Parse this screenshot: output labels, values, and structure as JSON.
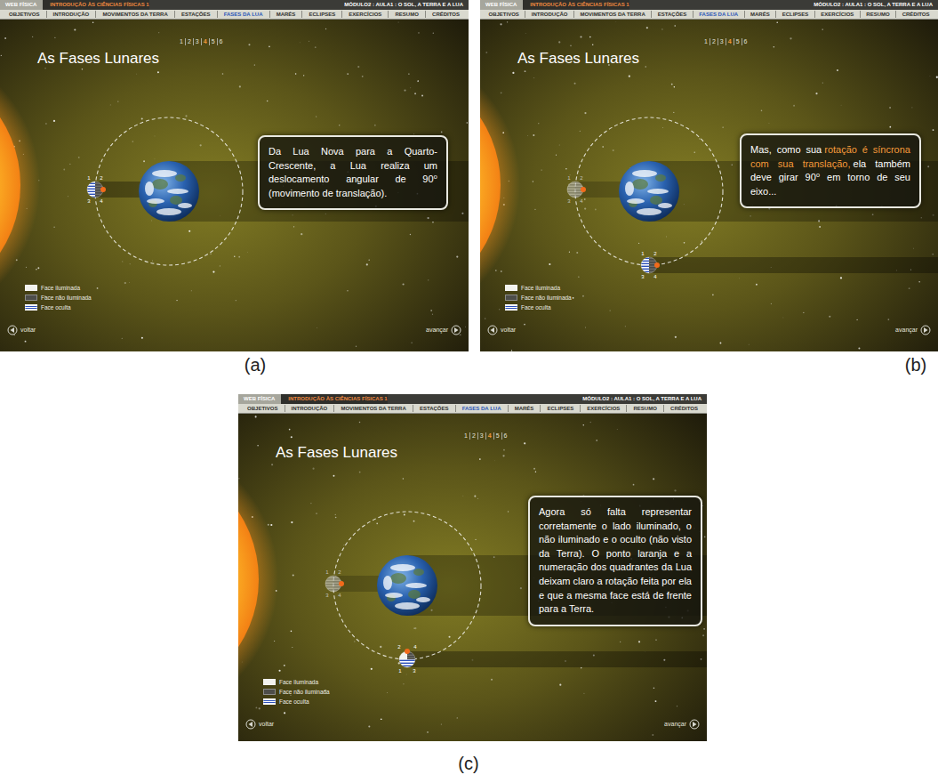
{
  "diagram": {
    "nodes": [
      {
        "text": [
          "Da Lua Nova para a Quarto-Crescente, a Lua realiza um deslocamento angular de 90⁰ (movimento de translação)."
        ]
      },
      {
        "text": [
          "Mas, como sua",
          "rotação é síncrona com sua translação,",
          "ela também deve girar 90⁰ em torno de seu eixo..."
        ]
      },
      {
        "text": [
          "Agora só falta representar corretamente o lado iluminado, o não iluminado e o oculto (não visto da Terra). O ponto laranja e a numeração dos quadrantes da Lua deixam claro a rotação feita por ela e que a mesma face está de frente para a Terra."
        ]
      }
    ],
    "labels": [
      "WEB FÍSICA",
      "INTRODUÇÃO ÀS CIÊNCIAS FÍSICAS 1",
      "MÓDULO2 : AULA1 : O SOL, A TERRA E A LUA",
      "OBJETIVOS",
      "INTRODUÇÃO",
      "MOVIMENTOS DA TERRA",
      "ESTAÇÕES",
      "FASES DA LUA",
      "MARÉS",
      "ECLIPSES",
      "EXERCÍCIOS",
      "RESUMO",
      "CRÉDITOS",
      "1",
      "2",
      "3",
      "4",
      "5",
      "6",
      "As Fases Lunares",
      "1",
      "2",
      "3",
      "4",
      "voltar",
      "avançar",
      "(a)",
      "WEB FÍSICA",
      "INTRODUÇÃO ÀS CIÊNCIAS FÍSICAS 1",
      "MÓDULO2 : AULA1 : O SOL, A TERRA E A LUA",
      "OBJETIVOS",
      "INTRODUÇÃO",
      "MOVIMENTOS DA TERRA",
      "ESTAÇÕES",
      "FASES DA LUA",
      "MARÉS",
      "ECLIPSES",
      "EXERCÍCIOS",
      "RESUMO",
      "CRÉDITOS",
      "1",
      "2",
      "3",
      "4",
      "5",
      "6",
      "As Fases Lunares",
      "1",
      "2",
      "3",
      "4",
      "1",
      "2",
      "3",
      "4",
      "voltar",
      "avançar",
      "(b)",
      "WEB FÍSICA",
      "INTRODUÇÃO ÀS CIÊNCIAS FÍSICAS 1",
      "MÓDULO2 : AULA1 : O SOL, A TERRA E A LUA",
      "OBJETIVOS",
      "INTRODUÇÃO",
      "MOVIMENTOS DA TERRA",
      "ESTAÇÕES",
      "FASES DA LUA",
      "MARÉS",
      "ECLIPSES",
      "EXERCÍCIOS",
      "RESUMO",
      "CRÉDITOS",
      "1",
      "2",
      "3",
      "4",
      "5",
      "6",
      "As Fases Lunares",
      "1",
      "2",
      "3",
      "4",
      "2",
      "4",
      "1",
      "3",
      "voltar",
      "avançar",
      "(c)"
    ],
    "legend": [
      {
        "text": "Face iluminada",
        "color": "#f2f2ee"
      },
      {
        "text": "Face não iluminada",
        "color": "#4d4d49"
      },
      {
        "text": "Face oculta"
      },
      {
        "text": "Face iluminada",
        "color": "#f2f2ee"
      },
      {
        "text": "Face não iluminada",
        "color": "#4d4d49"
      },
      {
        "text": "Face oculta"
      },
      {
        "text": "Face iluminada",
        "color": "#f2f2ee"
      },
      {
        "text": "Face não iluminada",
        "color": "#4d4d49"
      },
      {
        "text": "Face oculta"
      }
    ]
  }
}
